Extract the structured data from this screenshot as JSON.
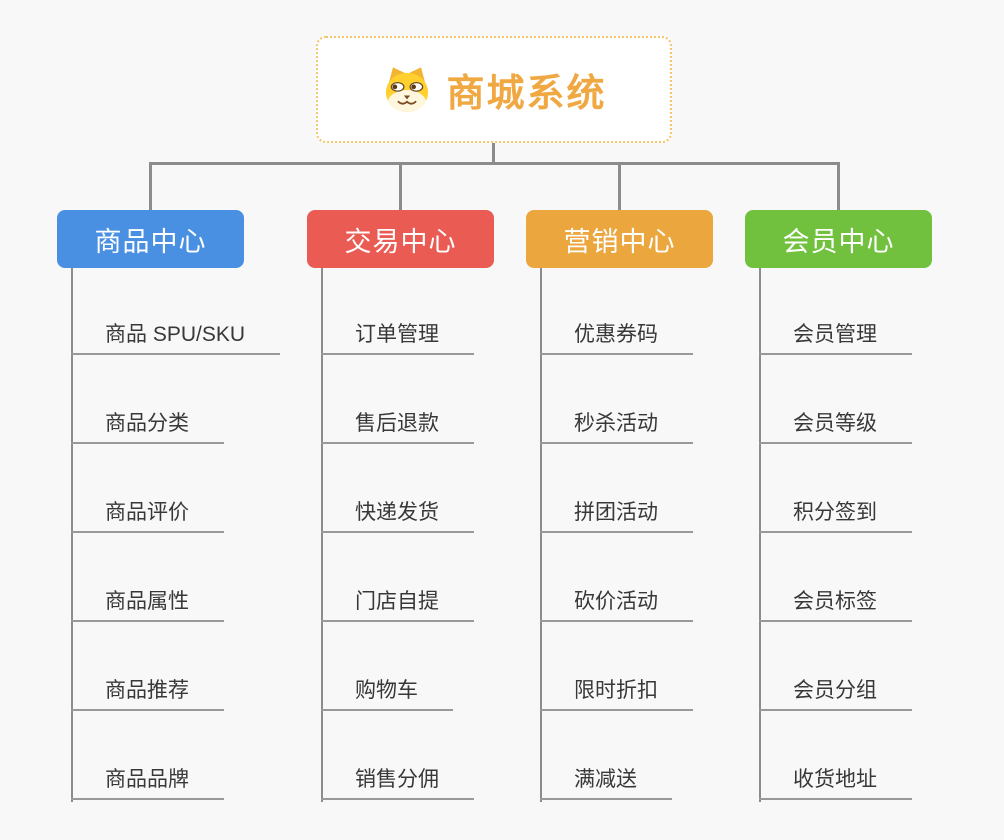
{
  "root": {
    "title": "商城系统",
    "icon": "dog-face-icon",
    "title_color": "#F0A843",
    "border_color": "#F6C46A"
  },
  "branches": [
    {
      "label": "商品中心",
      "color": "#4A90E2",
      "items": [
        "商品 SPU/SKU",
        "商品分类",
        "商品评价",
        "商品属性",
        "商品推荐",
        "商品品牌"
      ]
    },
    {
      "label": "交易中心",
      "color": "#EA5B54",
      "items": [
        "订单管理",
        "售后退款",
        "快递发货",
        "门店自提",
        "购物车",
        "销售分佣"
      ]
    },
    {
      "label": "营销中心",
      "color": "#EBA63D",
      "items": [
        "优惠券码",
        "秒杀活动",
        "拼团活动",
        "砍价活动",
        "限时折扣",
        "满减送"
      ]
    },
    {
      "label": "会员中心",
      "color": "#71C13F",
      "items": [
        "会员管理",
        "会员等级",
        "积分签到",
        "会员标签",
        "会员分组",
        "收货地址"
      ]
    }
  ],
  "palette": {
    "background": "#F8F8F8",
    "connector_line": "#8C8C8C",
    "item_underline": "#999999",
    "item_text": "#383838"
  }
}
